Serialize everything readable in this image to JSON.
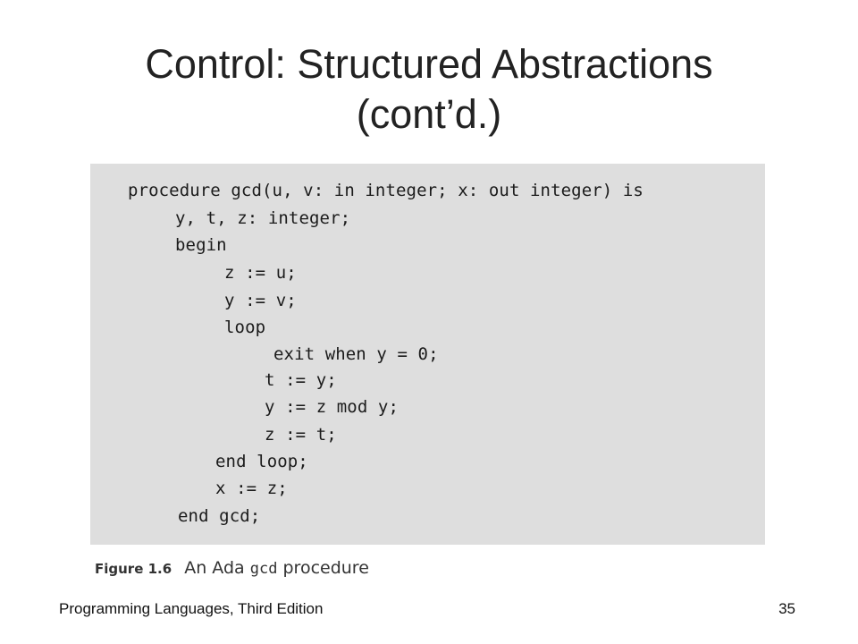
{
  "title": {
    "line1": "Control: Structured Abstractions",
    "line2": "(cont’d.)"
  },
  "code": {
    "lines": [
      "procedure gcd(u, v: in integer; x: out integer) is",
      "y, t, z: integer;",
      "begin",
      "z := u;",
      "y := v;",
      "loop",
      "exit when y = 0;",
      "t := y;",
      "y := z mod y;",
      "z := t;",
      "end loop;",
      "x := z;",
      "end gcd;"
    ]
  },
  "caption": {
    "label": "Figure 1.6",
    "text_before": "An Ada",
    "code_word": "gcd",
    "text_after": "procedure"
  },
  "footer": {
    "book": "Programming Languages, Third Edition",
    "page_number": "35"
  }
}
